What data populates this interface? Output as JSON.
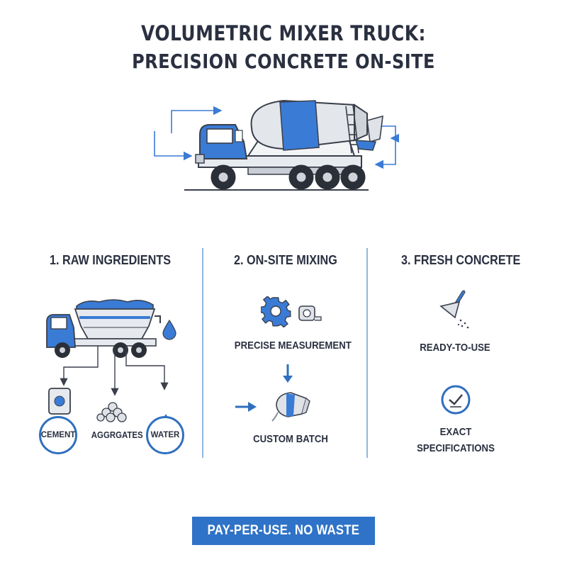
{
  "title": {
    "line1": "VOLUMETRIC MIXER TRUCK:",
    "line2": "PRECISION CONCRETE ON-SITE"
  },
  "colors": {
    "accent_blue": "#2f73c8",
    "dark_navy": "#2a3040",
    "light_gray": "#d9dde3"
  },
  "steps": [
    {
      "heading": "1. RAW INGREDIENTS",
      "icons": [
        "bulk-truck-icon",
        "cement-bag-icon",
        "aggregate-pile-icon",
        "water-drop-icon"
      ],
      "items": [
        "CEMENT",
        "AGGRGATES",
        "WATER"
      ]
    },
    {
      "heading": "2. ON-SITE MIXING",
      "icons": [
        "gear-icon",
        "measuring-tape-icon",
        "mixing-drum-icon"
      ],
      "items": [
        "PRECISE MEASUREMENT",
        "CUSTOM BATCH"
      ]
    },
    {
      "heading": "3. FRESH CONCRETE",
      "icons": [
        "trowel-icon",
        "checkmark-badge-icon"
      ],
      "items": [
        "READY-TO-USE",
        "EXACT",
        "SPECIFICATIONS"
      ]
    }
  ],
  "banner": "PAY-PER-USE. NO WASTE"
}
